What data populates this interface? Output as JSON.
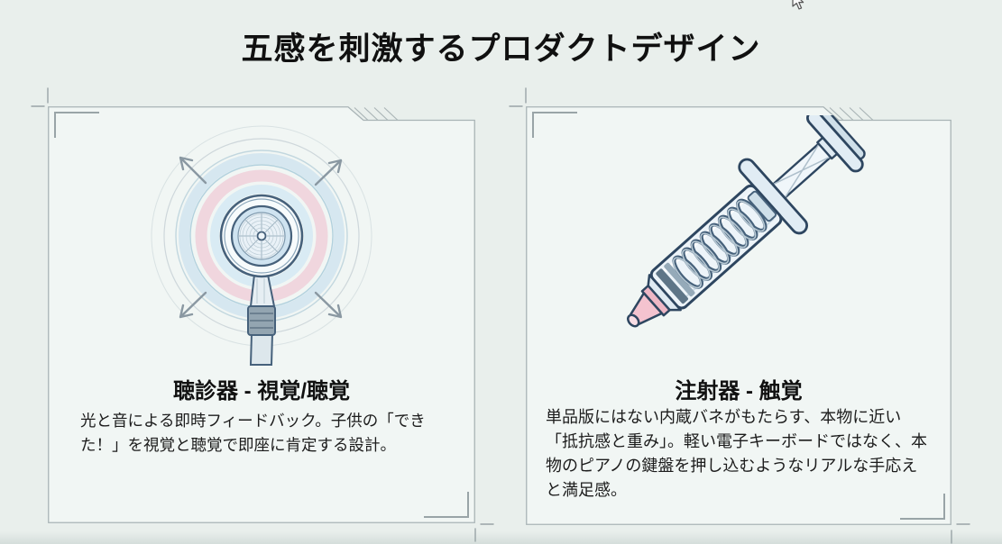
{
  "slide": {
    "title": "五感を刺激するプロダクトデザイン"
  },
  "cards": [
    {
      "title": "聴診器 - 視覚/聴覚",
      "description": "光と音による即時フィードバック。子供の「できた！」を視覚と聴覚で即座に肯定する設計。",
      "illustration": "stethoscope-sound-waves-icon"
    },
    {
      "title": "注射器 - 触覚",
      "description": "単品版にはない内蔵バネがもたらす、本物に近い「抵抗感と重み」。軽い電子キーボードではなく、本物のピアノの鍵盤を押し込むようなリアルな手応えと満足感。",
      "illustration": "spring-loaded-syringe-icon"
    }
  ],
  "cursor": {
    "type": "arrow-pointer"
  },
  "colors": {
    "page_bg": "#e9efec",
    "card_bg": "#f1f6f4",
    "card_border": "#a9b4b6",
    "corner_mark": "#99a4a7",
    "title_text": "#101010",
    "body_text": "#1c1c1c",
    "wave_pink": "#f0d6de",
    "wave_blue": "#d3e6f0",
    "arrow_gray": "#8a98a2",
    "outline_navy": "#2e4660",
    "steth_outline": "#46617b",
    "tip_pink": "#f4c3cf"
  }
}
